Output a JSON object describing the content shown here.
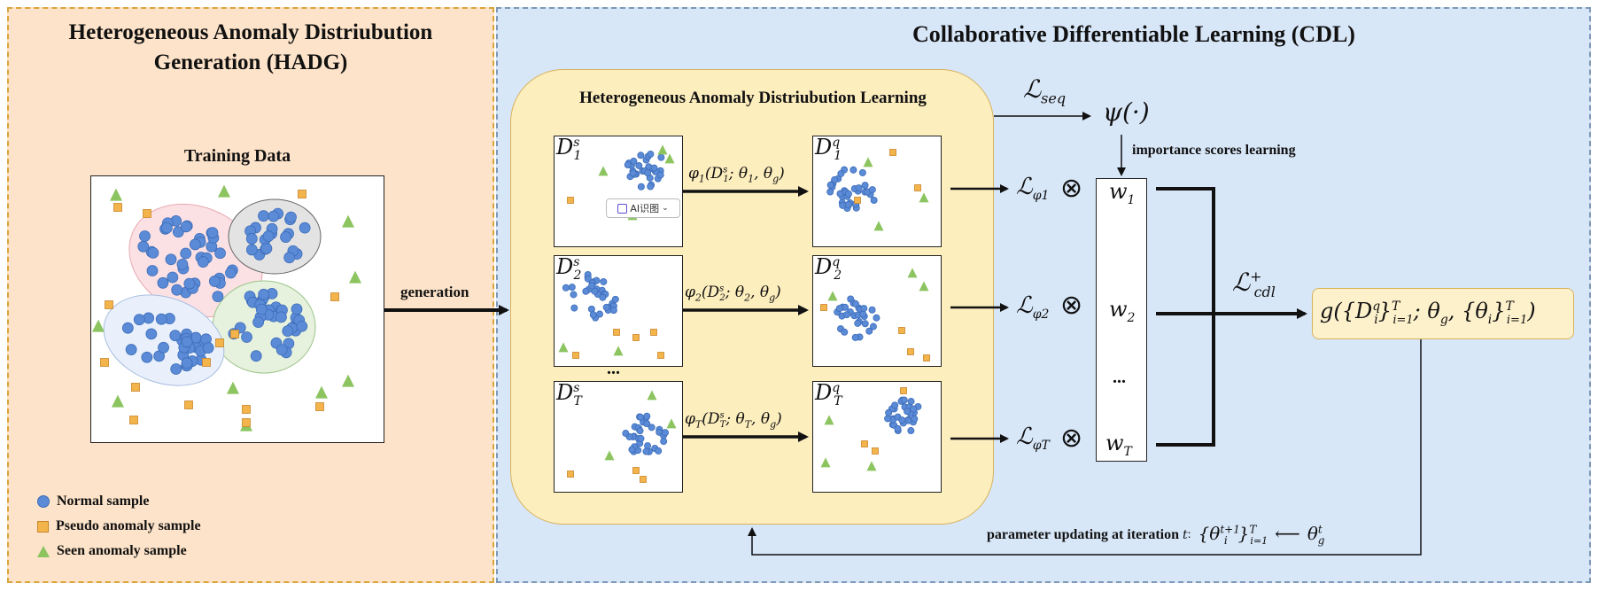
{
  "left_panel": {
    "title_line1": "Heterogeneous Anomaly Distriubution",
    "title_line2": "Generation (HADG)",
    "training_title": "Training Data",
    "generation_label": "generation",
    "legend": {
      "normal": "Normal sample",
      "pseudo": "Pseudo anomaly sample",
      "seen": "Seen anomaly sample"
    }
  },
  "right_panel": {
    "title": "Collaborative Differentiable Learning (CDL)",
    "learning_title": "Heterogeneous Anomaly Distriubution Learning",
    "ellipsis": "...",
    "support_labels": [
      "D",
      "D",
      "D"
    ],
    "support_sub": [
      "1",
      "2",
      "T"
    ],
    "support_sup": "s",
    "query_labels": [
      "D",
      "D",
      "D"
    ],
    "query_sub": [
      "1",
      "2",
      "T"
    ],
    "query_sup": "q",
    "phi_labels": [
      {
        "fn": "φ",
        "sub": "1",
        "args_pre": "(D",
        "arg_sup": "s",
        "arg_sub": "1",
        "args_post": "; θ",
        "theta_sub": "1",
        "tail": ", θ",
        "tail_sub": "g",
        "close": ")"
      },
      {
        "fn": "φ",
        "sub": "2",
        "args_pre": "(D",
        "arg_sup": "s",
        "arg_sub": "2",
        "args_post": "; θ",
        "theta_sub": "2",
        "tail": ", θ",
        "tail_sub": "g",
        "close": ")"
      },
      {
        "fn": "φ",
        "sub": "T",
        "args_pre": "(D",
        "arg_sup": "s",
        "arg_sub": "T",
        "args_post": "; θ",
        "theta_sub": "T",
        "tail": ", θ",
        "tail_sub": "g",
        "close": ")"
      }
    ],
    "loss_symbol": "ℒ",
    "loss_subs": [
      "φ1",
      "φ2",
      "φT"
    ],
    "otimes": "⊗",
    "seq_loss": "seq",
    "psi": "ψ(·)",
    "importance_label": "importance scores learning",
    "weights": [
      {
        "name": "w",
        "sub": "1"
      },
      {
        "name": "w",
        "sub": "2"
      },
      {
        "name": "...",
        "sub": ""
      },
      {
        "name": "w",
        "sub": "T"
      }
    ],
    "cdl_loss_sup": "+",
    "cdl_loss_sub": "cdl",
    "g_expr": "g({D",
    "g_expr_sup1": "q",
    "g_expr_sub1": "i",
    "g_expr_mid1": "}",
    "g_expr_sup2": "T",
    "g_expr_sub2": "i=1",
    "g_expr_mid2": "; θ",
    "g_expr_sub3": "g",
    "g_expr_mid3": ", {θ",
    "g_expr_sub4": "i",
    "g_expr_mid4": "}",
    "g_expr_sup5": "T",
    "g_expr_sub5": "i=1",
    "g_expr_end": ")",
    "update_label": "parameter updating at iteration",
    "update_t": "t",
    "update_colon": ":",
    "update_expr_pre": "{θ",
    "update_expr_sup": "t+1",
    "update_expr_sub": "i",
    "update_expr_mid": "}",
    "update_expr_sup2": "T",
    "update_expr_sub2": "i=1",
    "update_arrow": "⟵",
    "update_theta": "θ",
    "update_theta_sup": "t",
    "update_theta_sub": "g",
    "ai_tag": "AI识图"
  },
  "colors": {
    "normal": "#5b8bd6",
    "pseudo": "#f3b44c",
    "seen": "#8cc460",
    "left_bg": "#fde3c9",
    "right_bg": "#d8e7f8",
    "learn_bg": "#fdeebe"
  }
}
